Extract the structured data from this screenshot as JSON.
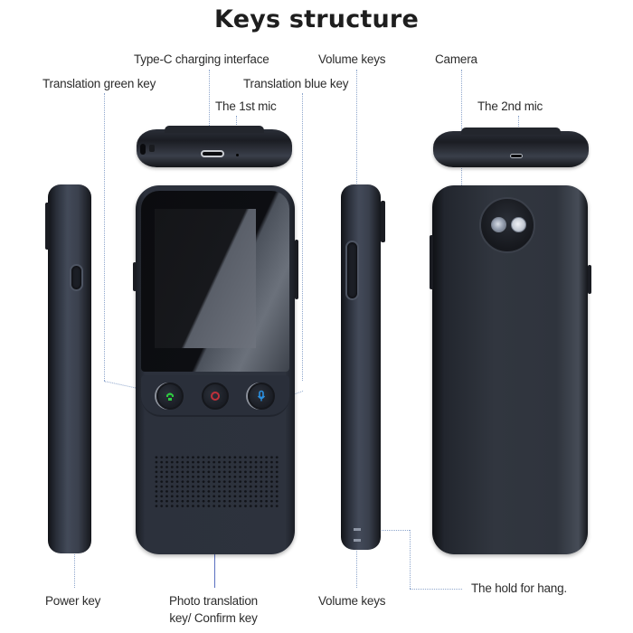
{
  "title": "Keys structure",
  "labels": {
    "type_c": "Type-C charging interface",
    "volume_keys_top": "Volume keys",
    "camera": "Camera",
    "translation_green_key": "Translation green key",
    "translation_blue_key": "Translation blue key",
    "first_mic": "The 1st mic",
    "second_mic": "The 2nd mic",
    "power_key": "Power key",
    "photo_translation_line1": "Photo translation",
    "photo_translation_line2": "key/ Confirm key",
    "volume_keys_bottom": "Volume keys",
    "hold_for_hang": "The hold for hang."
  },
  "device": {
    "color": "#2d323d",
    "keys": [
      {
        "name": "translation-green-key",
        "icon": "phone-green",
        "color": "#2ecc40"
      },
      {
        "name": "photo-translation-key",
        "icon": "circle-red",
        "color": "#c0303a"
      },
      {
        "name": "translation-blue-key",
        "icon": "mic-blue",
        "color": "#2a8fe0"
      }
    ]
  },
  "colors": {
    "leader_line": "#8ea6cc",
    "leader_solid": "#5a6fc0",
    "text": "#2c2c2c"
  }
}
